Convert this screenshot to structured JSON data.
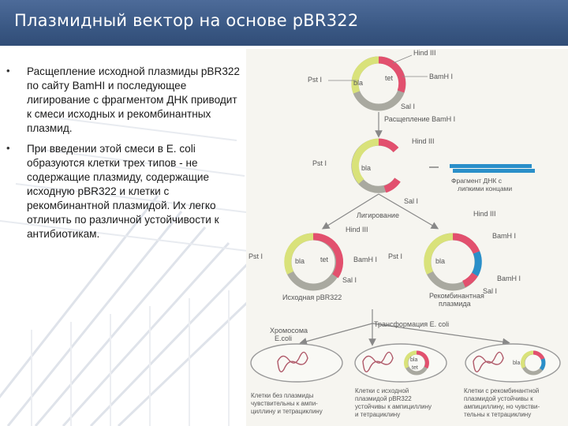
{
  "slide": {
    "title": "Плазмидный вектор на основе pBR322",
    "bullet_glyph": "•",
    "bullets": [
      "Расщепление исходной плазмиды pBR322 по сайту BamHI и последующее лигирование с фрагментом ДНК приводит к смеси исходных и рекомбинантных плазмид.",
      "При введении этой смеси в E. coli образуются клетки трех типов - не содержащие плазмиду, содержащие исходную pBR322 и клетки с рекомбинантной плазмидой. Их легко отличить по различной устойчивости к антибиотикам."
    ]
  },
  "figure": {
    "labels": {
      "hind3_a": "Hind III",
      "pst1_a": "Pst I",
      "bamh1_a": "BamH I",
      "sal1_a": "Sal I",
      "bla_a": "bla",
      "tet_a": "tet",
      "cleave": "Расщепление BamH I",
      "hind3_b": "Hind III",
      "pst1_b": "Pst I",
      "bla_b": "bla",
      "sal1_b": "Sal I",
      "fragment": "Фрагмент ДНК с",
      "fragment2": "липкими концами",
      "ligase": "Лигирование",
      "hind3_c": "Hind III",
      "pst1_c": "Pst I",
      "bla_c": "bla",
      "tet_c": "tet",
      "bamh1_c": "BamH I",
      "sal1_c": "Sal I",
      "original": "Исходная pBR322",
      "hind3_d": "Hind III",
      "pst1_d": "Pst I",
      "bla_d": "bla",
      "bamh1_d1": "BamH I",
      "bamh1_d2": "BamH I",
      "sal1_d": "Sal I",
      "recomb": "Рекомбинантная",
      "recomb2": "плазмида",
      "chromosome": "Хромосома",
      "ecoli": "E.coli",
      "transform": "Трансформация E. coli",
      "bla_e": "bla",
      "tet_e": "tet",
      "bla_f": "bla",
      "cap1_l1": "Клетки без плазмиды",
      "cap1_l2": "чувствительны к ампи-",
      "cap1_l3": "циллину и тетрациклину",
      "cap2_l1": "Клетки с исходной",
      "cap2_l2": "плазмидой pBR322",
      "cap2_l3": "устойчивы к ампициллину",
      "cap2_l4": "и тетрациклину",
      "cap3_l1": "Клетки с рекомбинантной",
      "cap3_l2": "плазмидой устойчивы к",
      "cap3_l3": "ампициллину, но чувстви-",
      "cap3_l4": "тельны к тетрациклину"
    },
    "colors": {
      "bla": "#d9e27a",
      "tet": "#e2506e",
      "insert": "#2a8fc9",
      "ring": "#a9a9a0"
    }
  }
}
